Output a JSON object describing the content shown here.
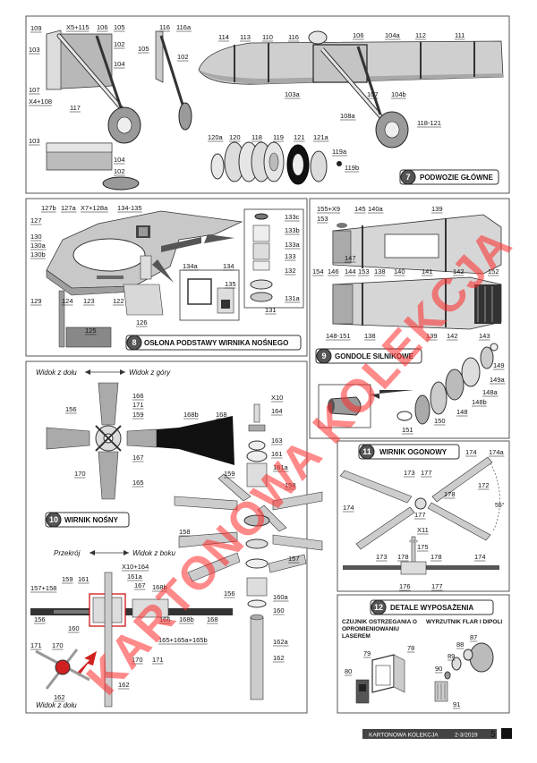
{
  "sections": [
    {
      "num": "7",
      "title": "PODWOZIE GŁÓWNE"
    },
    {
      "num": "8",
      "title": "OSŁONA PODSTAWY WIRNIKA NOŚNEGO"
    },
    {
      "num": "9",
      "title": "GONDOLE SILNIKOWE"
    },
    {
      "num": "10",
      "title": "WIRNIK NOŚNY"
    },
    {
      "num": "11",
      "title": "WIRNIK OGONOWY"
    },
    {
      "num": "12",
      "title": "DETALE WYPOSAŻENIA"
    }
  ],
  "view_labels": {
    "bottom": "Widok z dołu",
    "top": "Widok z góry",
    "section": "Przekrój",
    "side": "Widok z boku",
    "bottom2": "Widok z dołu"
  },
  "equipment": {
    "laser_warning": "CZUJNIK OSTRZEGANIA O OPROMIENIOWANIU LASEREM",
    "flare_launcher": "WYRZUTNIK FLAR I DIPOLI"
  },
  "angle": "55°",
  "watermark": "KARTONOWA KOLEKCJA",
  "footer": {
    "brand": "KARTONOWA  KOLEKCJA",
    "issue": "2-3/2019",
    "page": "5"
  },
  "labels": {
    "s7": [
      "109",
      "X5+115",
      "106",
      "105",
      "103",
      "102",
      "104",
      "107",
      "X4+108",
      "117",
      "116",
      "116a",
      "105",
      "102",
      "114",
      "113",
      "110",
      "116",
      "106",
      "104a",
      "112",
      "111",
      "103a",
      "107",
      "104b",
      "108a",
      "118-121",
      "103",
      "104",
      "102",
      "120a",
      "120",
      "118",
      "119",
      "121",
      "121a",
      "119a",
      "119b"
    ],
    "s8": [
      "127b",
      "127a",
      "X7+128a",
      "134-135",
      "127",
      "130",
      "130a",
      "130b",
      "129",
      "124",
      "123",
      "122",
      "126",
      "125",
      "133c",
      "133b",
      "133a",
      "133",
      "132",
      "131a",
      "131",
      "134a",
      "134",
      "135"
    ],
    "s9": [
      "155+X9",
      "145",
      "140a",
      "139",
      "153",
      "147",
      "154",
      "146",
      "144",
      "153",
      "138",
      "140",
      "141",
      "142",
      "152",
      "148-151",
      "138",
      "139",
      "142",
      "143",
      "149",
      "149a",
      "148a",
      "148b",
      "148",
      "151",
      "150"
    ],
    "s10": [
      "166",
      "171",
      "159",
      "156",
      "167",
      "170",
      "165",
      "168b",
      "168",
      "X10",
      "164",
      "163",
      "161",
      "161a",
      "159",
      "158",
      "158",
      "157",
      "156",
      "160a",
      "160",
      "162a",
      "162",
      "X10+164",
      "161a",
      "167",
      "157+158",
      "159",
      "161",
      "168b",
      "156",
      "160",
      "166",
      "168b",
      "168",
      "165+165a+165b",
      "170",
      "171",
      "171",
      "170",
      "162",
      "162"
    ],
    "s11": [
      "174",
      "174a",
      "173",
      "177",
      "178",
      "172",
      "174",
      "177",
      "X11",
      "175",
      "173",
      "178",
      "178",
      "174",
      "176",
      "177"
    ],
    "s12": [
      "79",
      "78",
      "80",
      "87",
      "88",
      "89",
      "90",
      "91"
    ]
  }
}
